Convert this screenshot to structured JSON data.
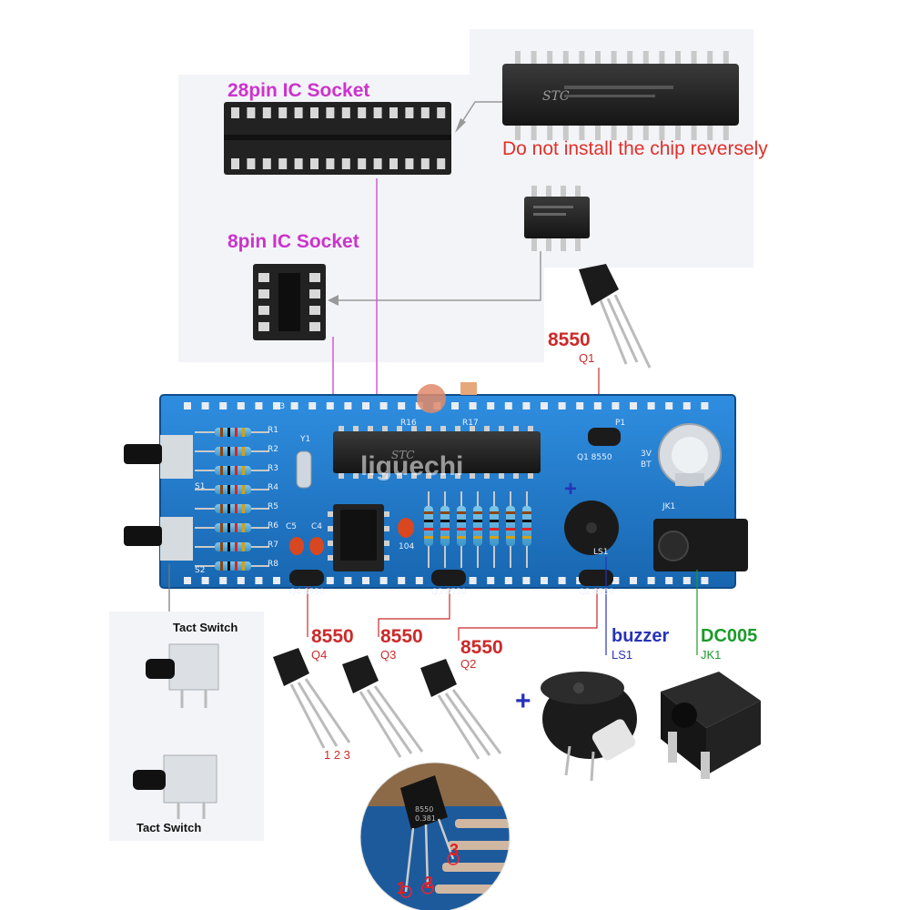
{
  "labels": {
    "ic28": "28pin IC Socket",
    "ic8": "8pin IC Socket",
    "warning": "Do not install the chip reversely",
    "q1_part": "8550",
    "q1_ref": "Q1",
    "q4_part": "8550",
    "q4_ref": "Q4",
    "q3_part": "8550",
    "q3_ref": "Q3",
    "q2_part": "8550",
    "q2_ref": "Q2",
    "buzzer_part": "buzzer",
    "buzzer_ref": "LS1",
    "dc_part": "DC005",
    "dc_ref": "JK1",
    "tact1": "Tact Switch",
    "tact2": "Tact Switch",
    "pins": "1 2 3",
    "plus": "+",
    "inset_pins": [
      "1",
      "2",
      "3"
    ]
  },
  "chips": {
    "mcu_marking": "STC",
    "inset_marking_1": "8550",
    "inset_marking_2": "0.381"
  },
  "pcb": {
    "resistors": [
      "R1",
      "R2",
      "R3",
      "R4",
      "R5",
      "R6",
      "R7",
      "R8"
    ],
    "switches": [
      "S1",
      "S2"
    ],
    "parts": [
      "Y1",
      "C5",
      "C4",
      "R16",
      "R17",
      "P1",
      "3V",
      "BT",
      "JK1",
      "LS1",
      "104",
      "P3"
    ],
    "transistor_marks": [
      "Q4 8550",
      "Q3 8550",
      "Q2 8550",
      "Q1 8550"
    ],
    "watermark": "liguechi"
  },
  "colors": {
    "board": "#1f79c9",
    "magenta": "#cc33cc",
    "red": "#cc2a2a",
    "blue": "#2733b8",
    "green": "#1d9a2a"
  }
}
